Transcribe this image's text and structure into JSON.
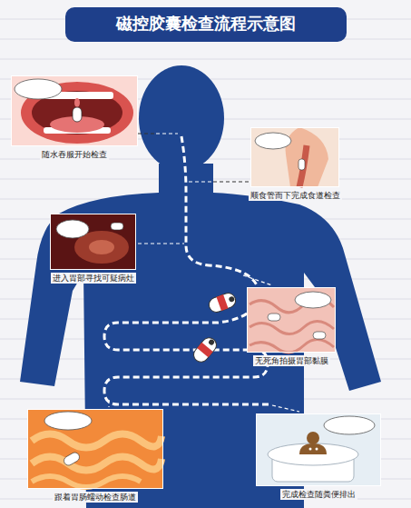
{
  "diagram": {
    "title": "磁控胶囊检查流程示意图",
    "nodes": [
      {
        "text": [
          "随水吞服开始检查"
        ]
      },
      {
        "text": [
          "顺食管而下完成食道检查"
        ]
      },
      {
        "text": [
          "进入胃部寻找可疑病灶"
        ]
      },
      {
        "text": [
          "无死角拍摄胃部黏膜"
        ]
      },
      {
        "text": [
          "跟着胃肠蠕动检查肠道"
        ]
      },
      {
        "text": [
          "完成检查随粪便排出"
        ]
      }
    ]
  }
}
